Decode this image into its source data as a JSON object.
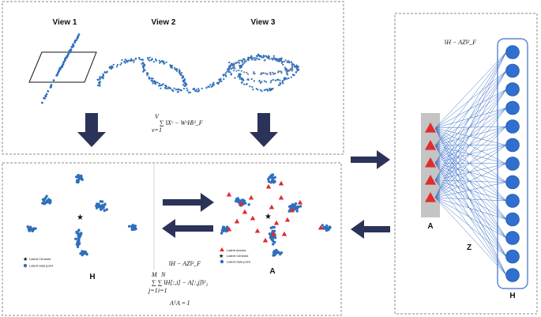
{
  "views": [
    {
      "id": "v1",
      "title": "View 1"
    },
    {
      "id": "v2",
      "title": "View 2"
    },
    {
      "id": "v3",
      "title": "View 3"
    }
  ],
  "formulas": {
    "view_loss": "∑ ‖Xᵛ − WᵛH‖²_F",
    "view_loss_upper": "V",
    "view_loss_lower": "v=1",
    "anchor_loss": "‖H − AZ‖²_F",
    "align_loss": "∑ ∑ ‖H[:,i] − A[:,j]‖²₂",
    "align_sum_i_upper": "N",
    "align_sum_i_lower": "i=1",
    "align_sum_j_upper": "M",
    "align_sum_j_lower": "j=1",
    "orth_constraint": "AᵀA = I",
    "graph_loss": "‖H − AZ‖²_F"
  },
  "labels": {
    "h_plot": "H",
    "a_plot": "A",
    "anchor_column": "A",
    "h_column": "H",
    "z": "Z"
  },
  "legend_h": [
    "Latent Centroid",
    "Latent data point"
  ],
  "legend_a": [
    "Latent Anchor",
    "Latent Centroid",
    "Latent data point"
  ],
  "colors": {
    "point": "#2f6fba",
    "anchor": "#e22b2b",
    "node": "#2f6fd0",
    "arrow": "#2b3358",
    "edge": "#3a6fc8"
  },
  "network": {
    "anchor_count": 5,
    "node_count": 13
  }
}
